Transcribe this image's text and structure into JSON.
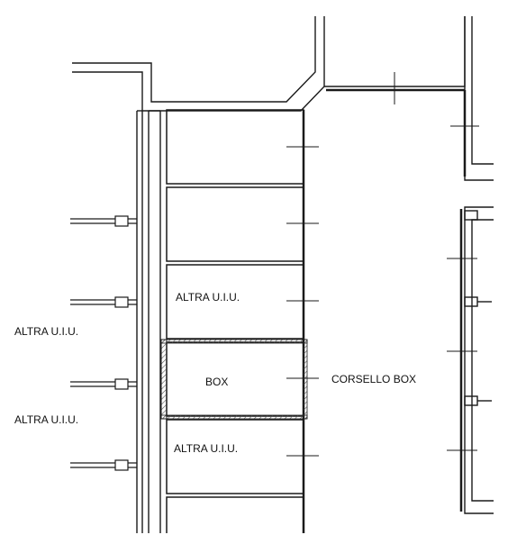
{
  "plan": {
    "labels": {
      "neighbor_left_1": "ALTRA U.I.U.",
      "neighbor_left_2": "ALTRA U.I.U.",
      "unit_room_3": "ALTRA U.I.U.",
      "box": "BOX",
      "unit_room_5": "ALTRA U.I.U.",
      "corridor": "CORSELLO BOX"
    },
    "colors": {
      "line": "#1a1a1a",
      "hatch": "#555555",
      "background": "#ffffff"
    }
  }
}
